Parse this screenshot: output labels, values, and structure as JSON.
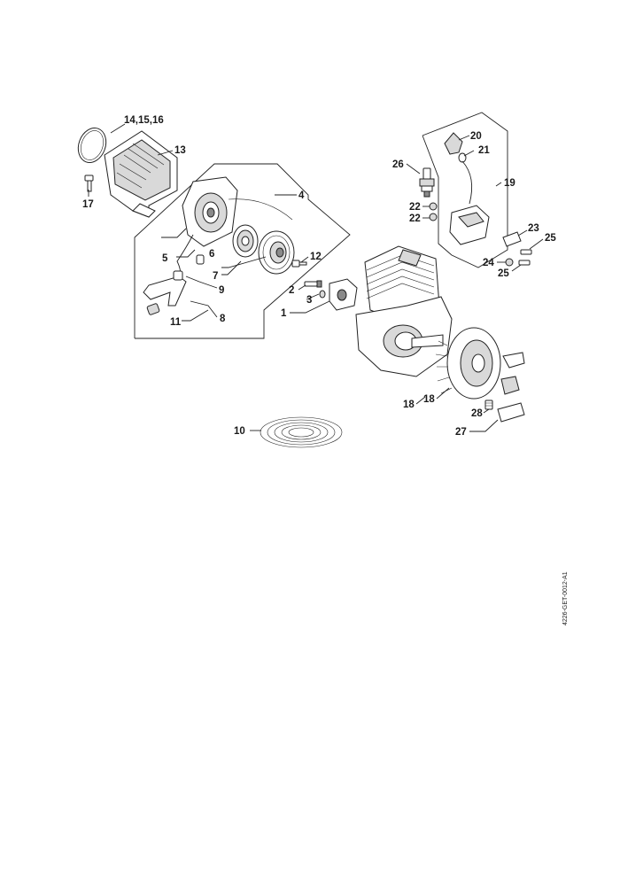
{
  "diagram": {
    "labels": {
      "p14_15_16": "14,15,16",
      "p13": "13",
      "p17": "17",
      "p4": "4",
      "p5": "5",
      "p6": "6",
      "p7": "7",
      "p9": "9",
      "p8": "8",
      "p11": "11",
      "p12": "12",
      "p2": "2",
      "p3": "3",
      "p1": "1",
      "p10": "10",
      "p20": "20",
      "p21": "21",
      "p26": "26",
      "p19": "19",
      "p22a": "22",
      "p22b": "22",
      "p23": "23",
      "p25a": "25",
      "p24": "24",
      "p25b": "25",
      "p18a": "18",
      "p18b": "18",
      "p28": "28",
      "p27": "27"
    },
    "document_code": "4226-GET-0012-A1"
  }
}
